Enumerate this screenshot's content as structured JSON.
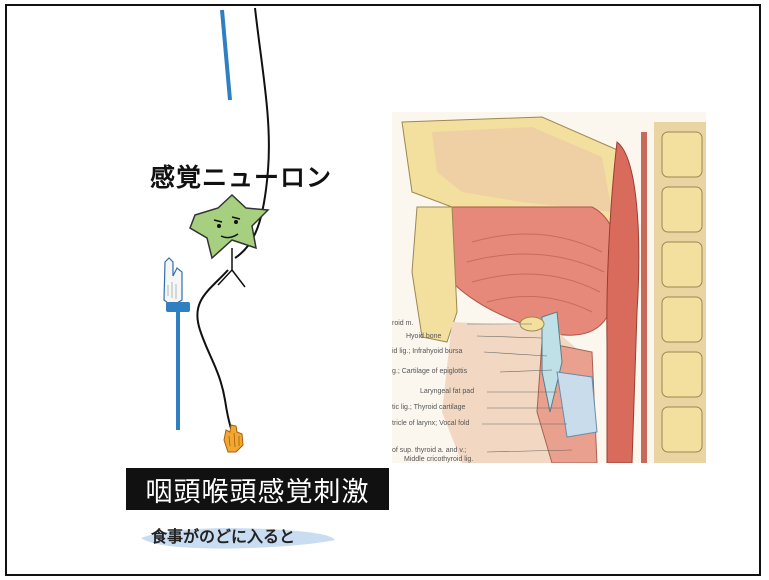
{
  "title": "感覚ニューロン",
  "banner": "咽頭喉頭感覚刺激",
  "caption": "食事がのどに入ると",
  "anatomy_labels": [
    "roid m.",
    "Hyoid bone",
    "id lig.; Infrahyoid bursa",
    "g.; Cartilage of epiglottis",
    "Laryngeal fat pad",
    "tic lig.; Thyroid cartilage",
    "tricle of larynx; Vocal fold",
    "of sup. thyroid a. and v.;",
    "Middle cricothyroid lig."
  ],
  "icons": [
    "neuron-mascot",
    "raised-hand-icon",
    "hand-icon",
    "sagittal-head-illustration"
  ],
  "colors": {
    "neuron": "#a6cf7f",
    "hand": "#f0a832",
    "blue_line": "#2f7fc1",
    "tissue": "#e7897a",
    "bone": "#f3df9e"
  }
}
